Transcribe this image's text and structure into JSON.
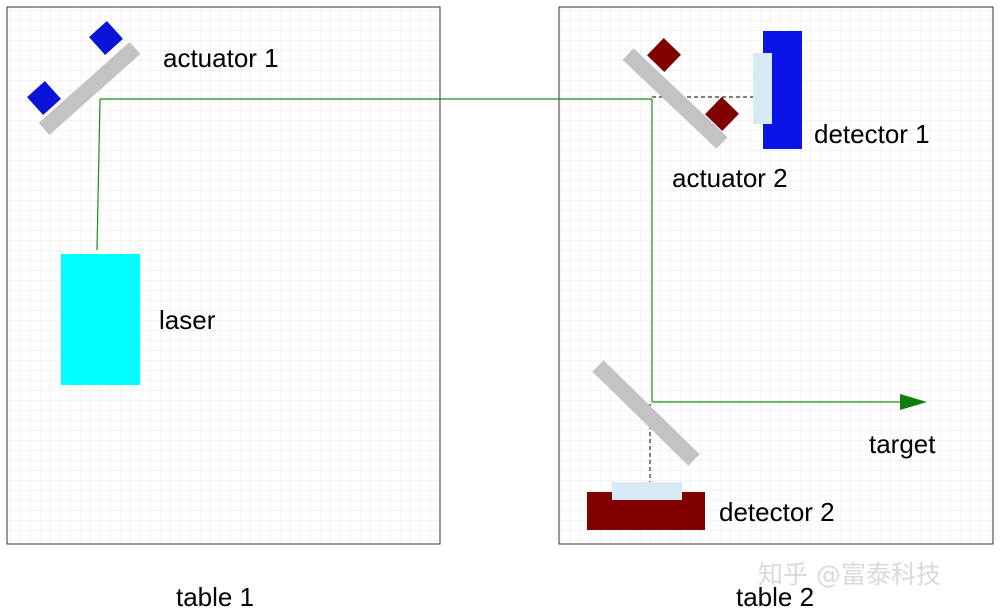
{
  "labels": {
    "actuator1": "actuator 1",
    "actuator2": "actuator 2",
    "laser": "laser",
    "detector1": "detector 1",
    "detector2": "detector 2",
    "target": "target",
    "table1": "table 1",
    "table2": "table 2"
  },
  "watermark": "知乎 @富泰科技",
  "colors": {
    "grid": "#e8e8e8",
    "table_border": "#333333",
    "beam": "#1f8a1f",
    "arrow": "#107c10",
    "mirror": "#c3c3c3",
    "actuator1": "#0a14d8",
    "actuator2": "#800000",
    "laser": "#00ffff",
    "detector1": "#0a14e6",
    "detector2": "#800000",
    "detector_face": "#d6e9f5"
  }
}
